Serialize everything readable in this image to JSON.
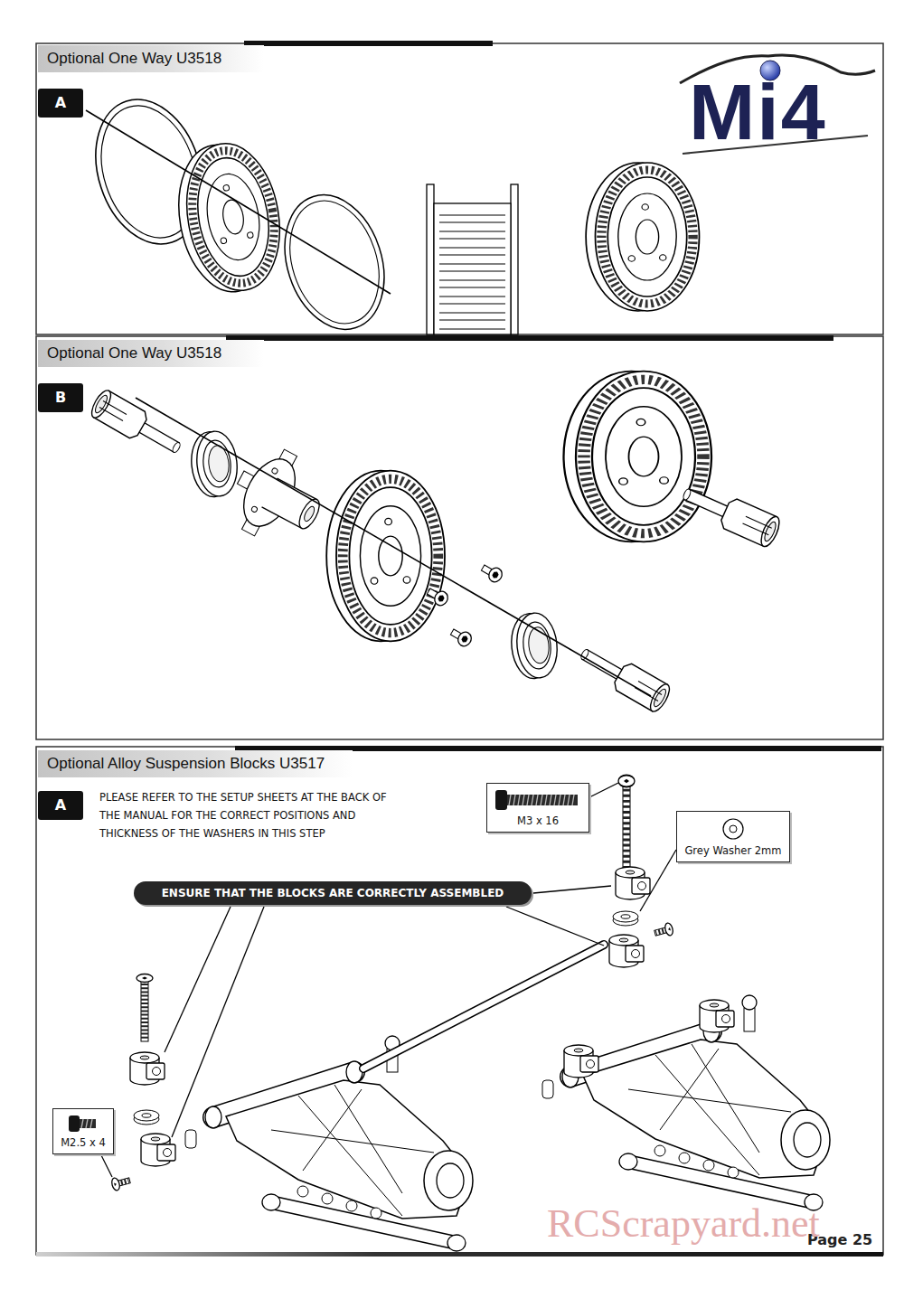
{
  "diagram": {
    "nodes": [
      {
        "text": [
          "Optional One Way U3518"
        ]
      },
      {
        "text": [
          "A"
        ]
      },
      {
        "text": [
          "Optional One Way U3518"
        ]
      },
      {
        "text": [
          "B"
        ]
      },
      {
        "text": [
          "Optional Alloy Suspension Blocks U3517"
        ]
      },
      {
        "text": [
          "A"
        ]
      },
      {
        "text": [
          "M3 x 16"
        ]
      },
      {
        "text": [
          "Grey Washer 2mm"
        ]
      },
      {
        "text": [
          "ENSURE THAT THE BLOCKS ARE CORRECTLY ASSEMBLED"
        ]
      },
      {
        "text": [
          "M2.5 x 4"
        ]
      }
    ],
    "labels": [
      "Mi4",
      "PLEASE REFER TO THE SETUP SHEETS AT THE BACK OF THE MANUAL FOR THE CORRECT POSITIONS AND THICKNESS OF THE WASHERS IN THIS STEP",
      "Page 25",
      "RCScrapyard.net"
    ]
  }
}
